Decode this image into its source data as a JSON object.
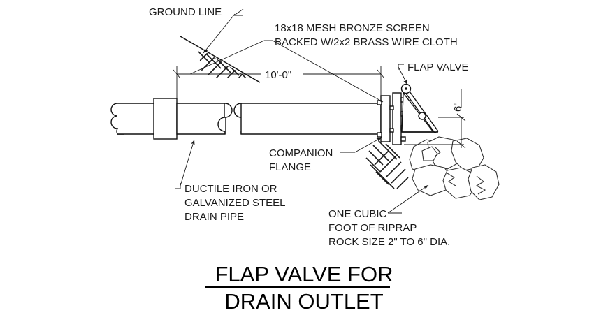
{
  "drawing": {
    "title_line1": "FLAP VALVE FOR",
    "title_line2": "DRAIN OUTLET",
    "annotations": {
      "ground_line": "GROUND LINE",
      "mesh_screen_line1": "18x18 MESH BRONZE SCREEN",
      "mesh_screen_line2": "BACKED W/2x2 BRASS WIRE CLOTH",
      "flap_valve": "FLAP VALVE",
      "companion_flange_line1": "COMPANION",
      "companion_flange_line2": "FLANGE",
      "drain_pipe_line1": "DUCTILE IRON OR",
      "drain_pipe_line2": "GALVANIZED STEEL",
      "drain_pipe_line3": "DRAIN PIPE",
      "riprap_line1": "ONE CUBIC",
      "riprap_line2": "FOOT OF RIPRAP",
      "riprap_line3": "ROCK SIZE 2\" TO 6\" DIA."
    },
    "dimensions": {
      "pipe_length": "10'-0\"",
      "riprap_depth": "6\""
    },
    "colors": {
      "line": "#1a1a1a",
      "object_line": "#111111",
      "rock_line": "#333333",
      "background": "#ffffff",
      "title": "#000000"
    }
  }
}
